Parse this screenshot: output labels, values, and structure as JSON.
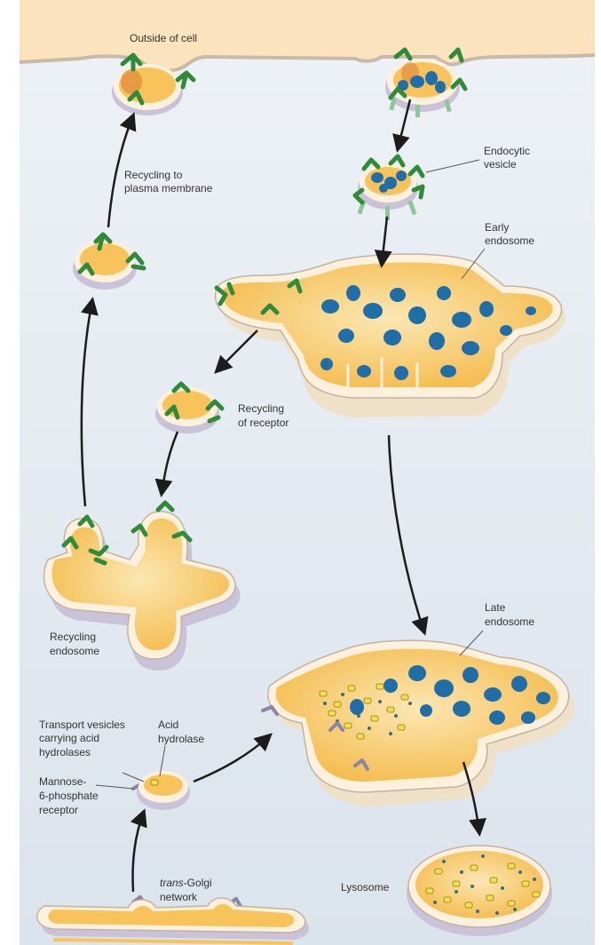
{
  "labels": {
    "outside_of_cell": "Outside of cell",
    "recycling_to_pm_1": "Recycling to",
    "recycling_to_pm_2": "plasma membrane",
    "endocytic_vesicle_1": "Endocytic",
    "endocytic_vesicle_2": "vesicle",
    "early_endosome_1": "Early",
    "early_endosome_2": "endosome",
    "recycling_of_receptor_1": "Recycling",
    "recycling_of_receptor_2": "of receptor",
    "recycling_endosome_1": "Recycling",
    "recycling_endosome_2": "endosome",
    "late_endosome_1": "Late",
    "late_endosome_2": "endosome",
    "transport_vesicles_1": "Transport vesicles",
    "transport_vesicles_2": "carrying acid",
    "transport_vesicles_3": "hydrolases",
    "acid_hydrolase_1": "Acid",
    "acid_hydrolase_2": "hydrolase",
    "m6p_receptor_1": "Mannose-",
    "m6p_receptor_2": "6-phosphate",
    "m6p_receptor_3": "receptor",
    "trans_golgi_italic": "trans",
    "trans_golgi_rest": "-Golgi",
    "trans_golgi_2": "network",
    "lysosome": "Lysosome"
  },
  "colors": {
    "cytoplasm": "#dde6ef",
    "outside": "#fbe3bd",
    "lumen": "#f7c35a",
    "membrane": "#fdf0dc",
    "membrane_shadow": "#c9c2d8",
    "receptor": "#2f8a3a",
    "cargo": "#1f6ea8",
    "hydrolase": "#f2df4a",
    "arrow": "#1c1c1c"
  }
}
